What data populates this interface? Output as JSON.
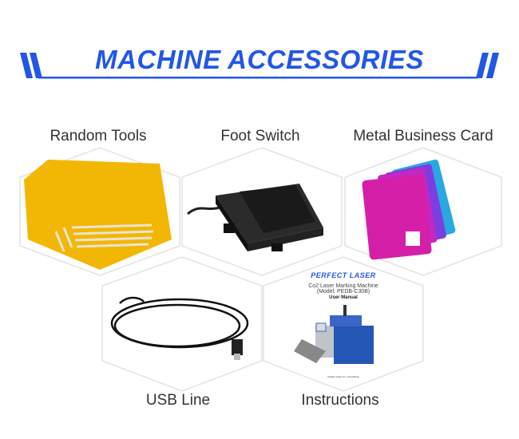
{
  "header": {
    "title": "MACHINE ACCESSORIES"
  },
  "items": [
    {
      "label": "Random Tools"
    },
    {
      "label": "Foot Switch"
    },
    {
      "label": "Metal Business Card"
    },
    {
      "label": "USB Line"
    },
    {
      "label": "Instructions"
    }
  ],
  "manual": {
    "brand": "PERFECT LASER",
    "line1": "Co2 Laser Marking Machine",
    "line2": "(Model: PEDB-C30B)",
    "line3": "User Manual",
    "company": "Perfect Laser Co.,Ltd.(China)"
  },
  "colors": {
    "accent": "#2257e6",
    "tools": "#f2b705",
    "card": "#d61fa8"
  }
}
